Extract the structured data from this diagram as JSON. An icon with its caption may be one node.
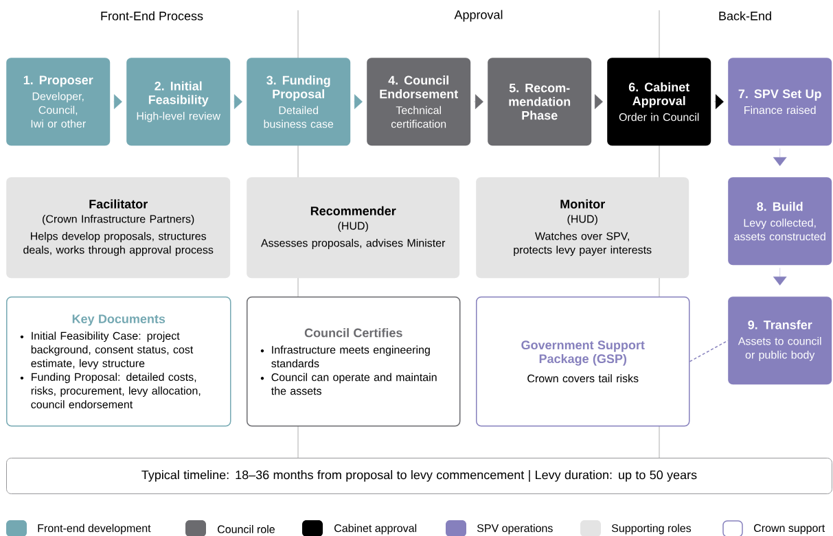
{
  "diagram": {
    "nodes": [
      {
        "text": [
          "1. Proposer",
          "Developer, Council, Iwi or other"
        ]
      },
      {
        "text": [
          "2. Initial Feasibility",
          "High-level review"
        ]
      },
      {
        "text": [
          "3. Funding Proposal",
          "Detailed business case"
        ]
      },
      {
        "text": [
          "4. Council Endorsement",
          "Technical certification"
        ]
      },
      {
        "text": [
          "5. Recom- mendation Phase"
        ]
      },
      {
        "text": [
          "6. Cabinet Approval",
          "Order in Council"
        ]
      },
      {
        "text": [
          "7. SPV Set Up",
          "Finance raised"
        ]
      },
      {
        "text": [
          "Facilitator",
          "(Crown Infrastructure Partners)",
          "Helps develop proposals, structures deals, works through approval process"
        ]
      },
      {
        "text": [
          "Recommender",
          "(HUD)",
          "Assesses proposals, advises Minister"
        ]
      },
      {
        "text": [
          "Monitor",
          "(HUD)",
          "Watches over SPV, protects levy payer interests"
        ]
      },
      {
        "text": [
          "8. Build",
          "Levy collected, assets constructed"
        ]
      },
      {
        "text": [
          "Key Documents",
          "Initial Feasibility Case: project background, consent status, cost estimate, levy structure",
          "Funding Proposal: detailed costs, risks, procurement, levy allocation, council endorsement"
        ]
      },
      {
        "text": [
          "Council Certifies",
          "Infrastructure meets engineering standards",
          "Council can operate and maintain the assets"
        ]
      },
      {
        "text": [
          "Government Support Package (GSP)",
          "Crown covers tail risks"
        ]
      },
      {
        "text": [
          "9. Transfer",
          "Assets to council or public body"
        ]
      },
      {
        "text": [
          "Typical timeline: 18–36 months from proposal to levy commencement  |  Levy duration: up to 50 years"
        ]
      }
    ],
    "edges": [
      {
        "from": 0,
        "to": 1,
        "arrow": "to",
        "color": "#74a8b2"
      },
      {
        "from": 1,
        "to": 2,
        "arrow": "to",
        "color": "#74a8b2"
      },
      {
        "from": 2,
        "to": 3,
        "arrow": "to",
        "color": "#74a8b2"
      },
      {
        "from": 3,
        "to": 4,
        "arrow": "to",
        "color": "#6b6b6f"
      },
      {
        "from": 4,
        "to": 5,
        "arrow": "to",
        "color": "#6b6b6f"
      },
      {
        "from": 5,
        "to": 6,
        "arrow": "to",
        "color": "#000000"
      },
      {
        "from": 6,
        "to": 10,
        "arrow": "to",
        "color": "#8680bd"
      },
      {
        "from": 10,
        "to": 14,
        "arrow": "to",
        "color": "#8680bd"
      },
      {
        "from": 13,
        "to": 14,
        "arrow": "none",
        "style": "dashed",
        "color": "#8680bd"
      }
    ],
    "labels": [
      "Front-End Process",
      "Approval",
      "Back-End"
    ],
    "legend": [
      {
        "text": "Front-end development",
        "color": "#74a8b2"
      },
      {
        "text": "Council role",
        "color": "#6b6b6f"
      },
      {
        "text": "Cabinet approval",
        "color": "#000000"
      },
      {
        "text": "SPV operations",
        "color": "#8680bd"
      },
      {
        "text": "Supporting roles",
        "color": "#e4e4e4"
      },
      {
        "text": "Crown support"
      }
    ]
  }
}
